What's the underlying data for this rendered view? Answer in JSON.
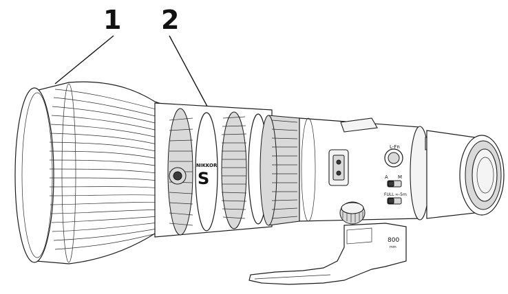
{
  "callouts": [
    {
      "number": "1"
    },
    {
      "number": "2"
    }
  ],
  "lens_markings": {
    "brand": "NIKKOR",
    "series": "S",
    "focal_length": "800",
    "focal_unit": "mm"
  },
  "switch_labels": {
    "focus_mode_a": "A",
    "focus_mode_m": "M",
    "limiter_full": "FULL",
    "limiter_range": "∞-5m",
    "button": "L-Fn"
  }
}
